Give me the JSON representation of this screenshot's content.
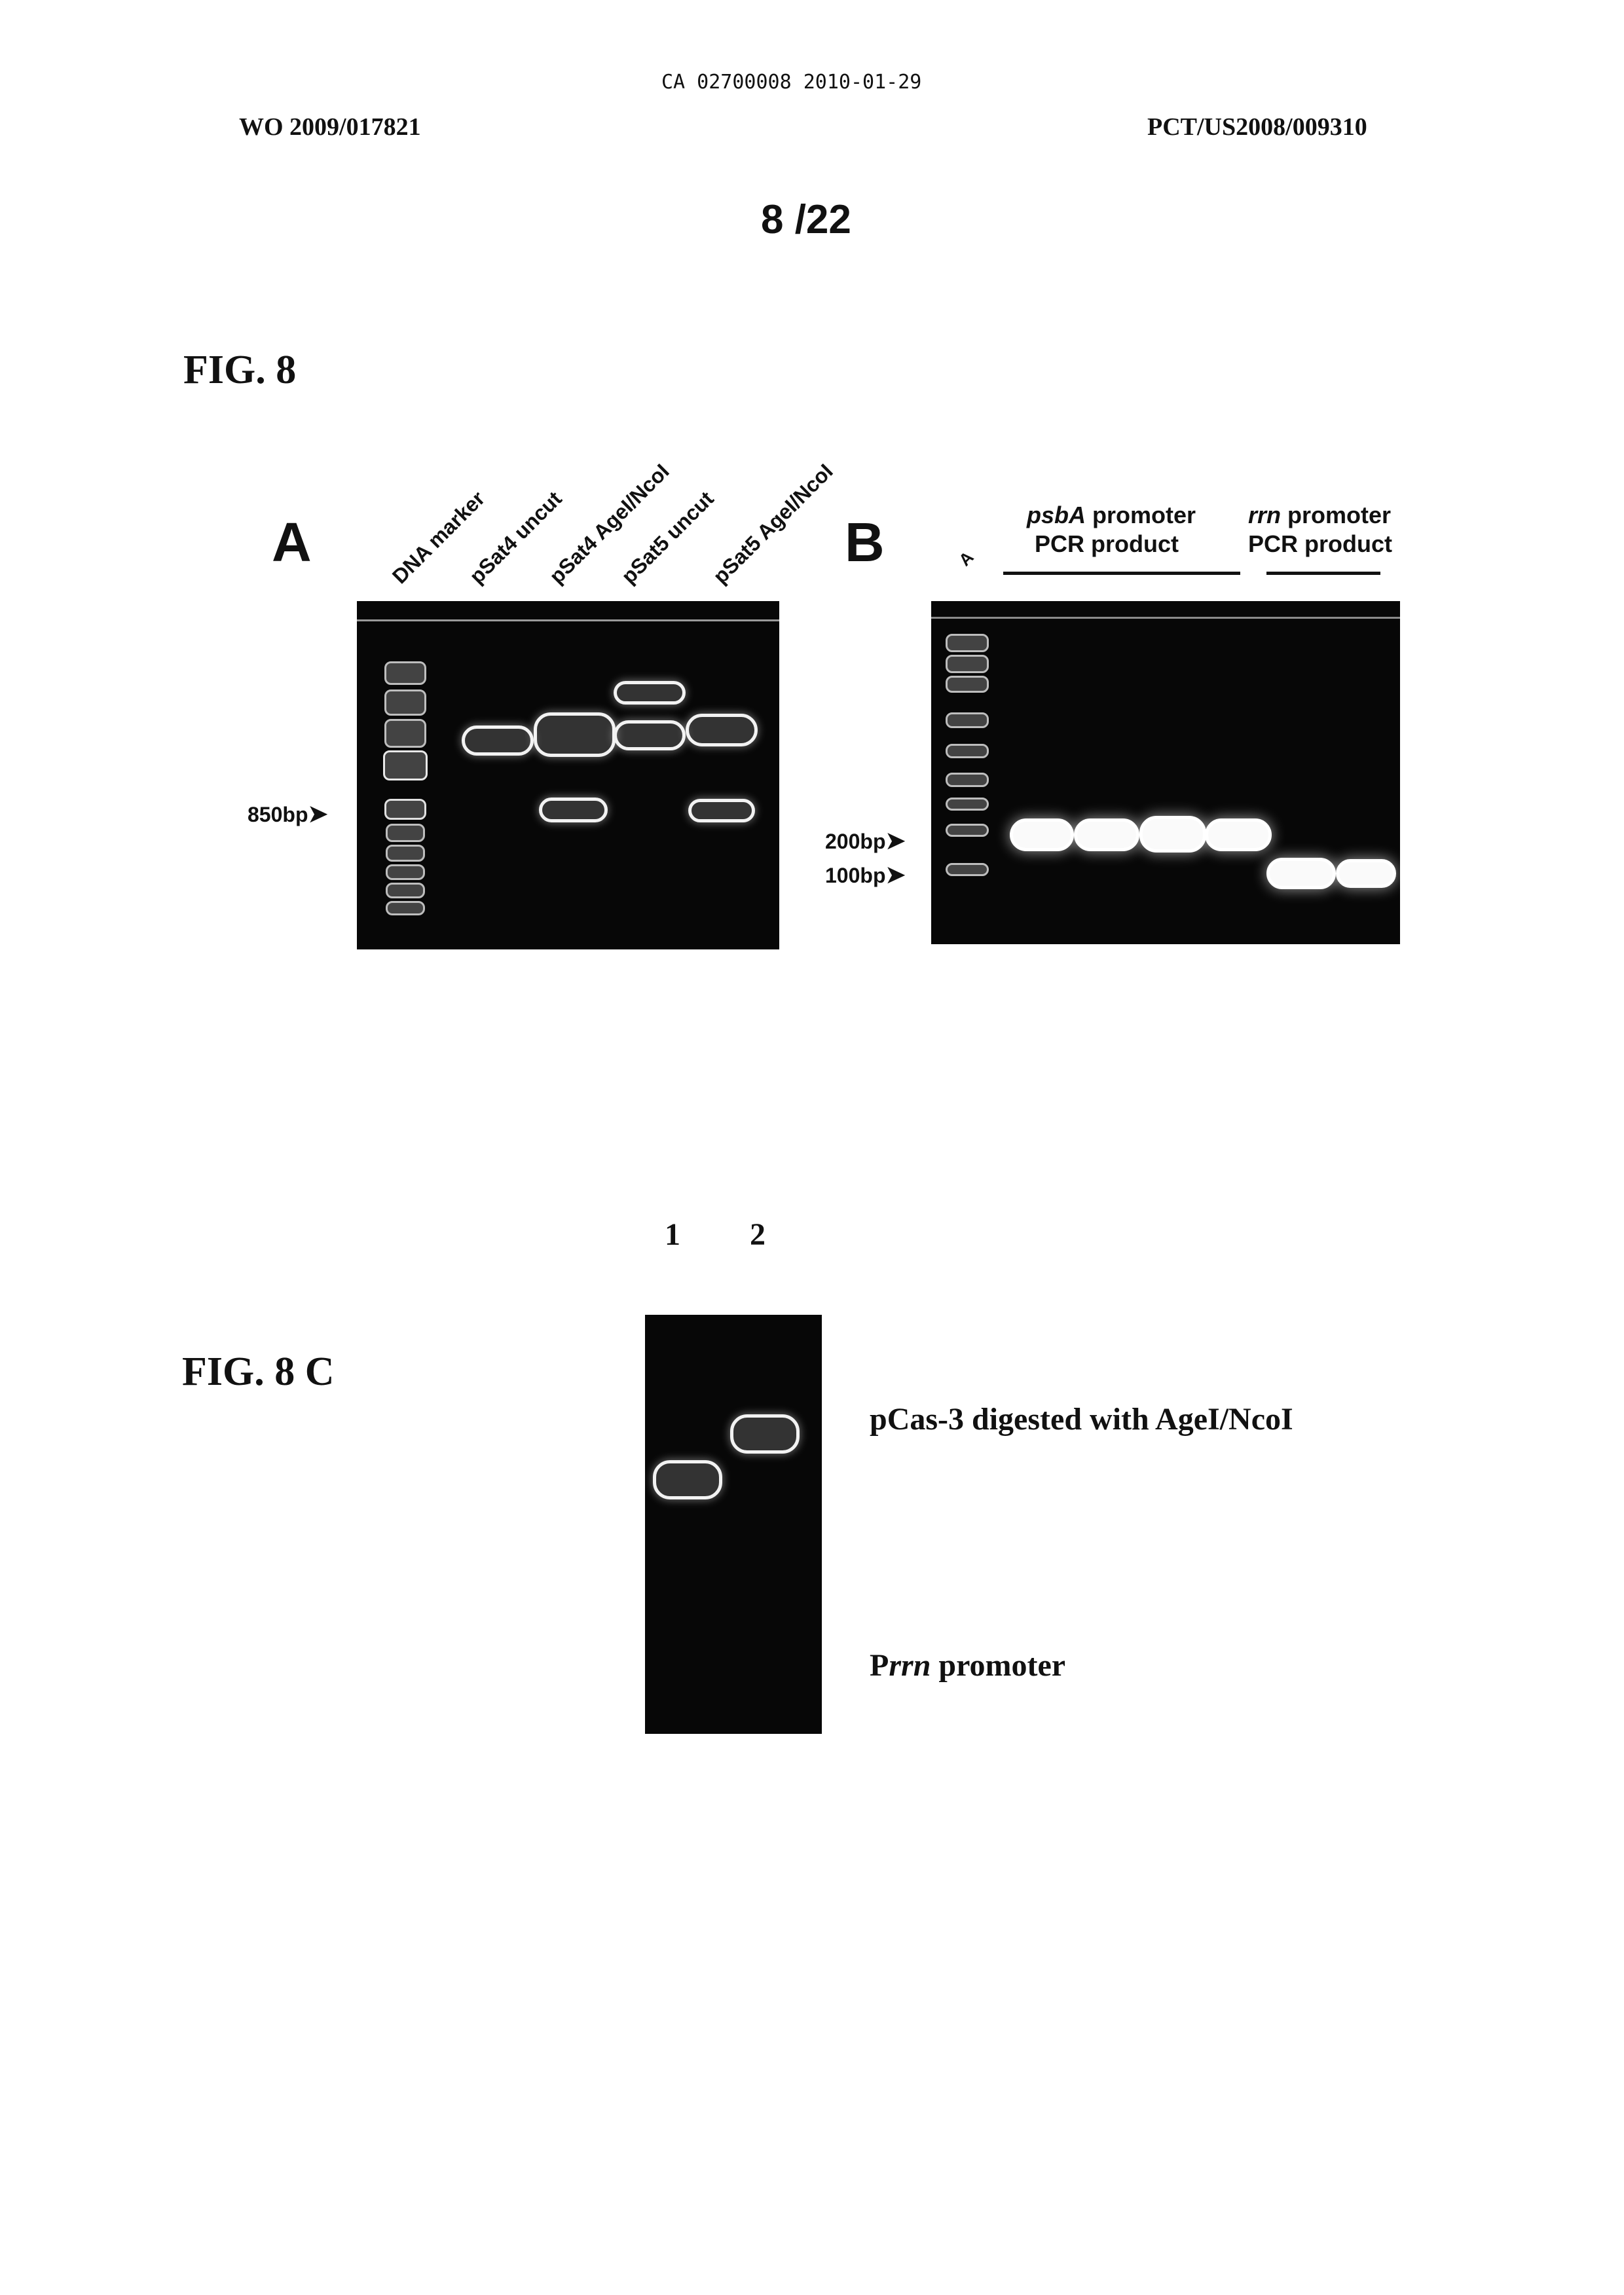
{
  "header": {
    "ca_number": "CA 02700008 2010-01-29",
    "wo_number": "WO 2009/017821",
    "pct_number": "PCT/US2008/009310",
    "page_number": "8 /22"
  },
  "fig8": {
    "title": "FIG. 8",
    "panel_a": {
      "letter": "A",
      "lanes": [
        "DNA marker",
        "pSat4 uncut",
        "pSat4 AgeI/NcoI",
        "pSat5 uncut",
        "pSat5 AgeI/NcoI"
      ],
      "size_marker": "850bp"
    },
    "panel_b": {
      "letter": "B",
      "first_lane": "A",
      "group1_title_italic": "psbA",
      "group1_title_rest": " promoter",
      "group1_subtitle": "PCR product",
      "group2_title_italic": "rrn",
      "group2_title_rest": " promoter",
      "group2_subtitle": "PCR product",
      "marker_200": "200bp",
      "marker_100": "100bp"
    }
  },
  "fig8c": {
    "title": "FIG. 8 C",
    "lane_1": "1",
    "lane_2": "2",
    "label_top": "pCas-3 digested with AgeI/NcoI",
    "label_bottom_prefix": "P",
    "label_bottom_italic": "rrn",
    "label_bottom_rest": " promoter"
  }
}
